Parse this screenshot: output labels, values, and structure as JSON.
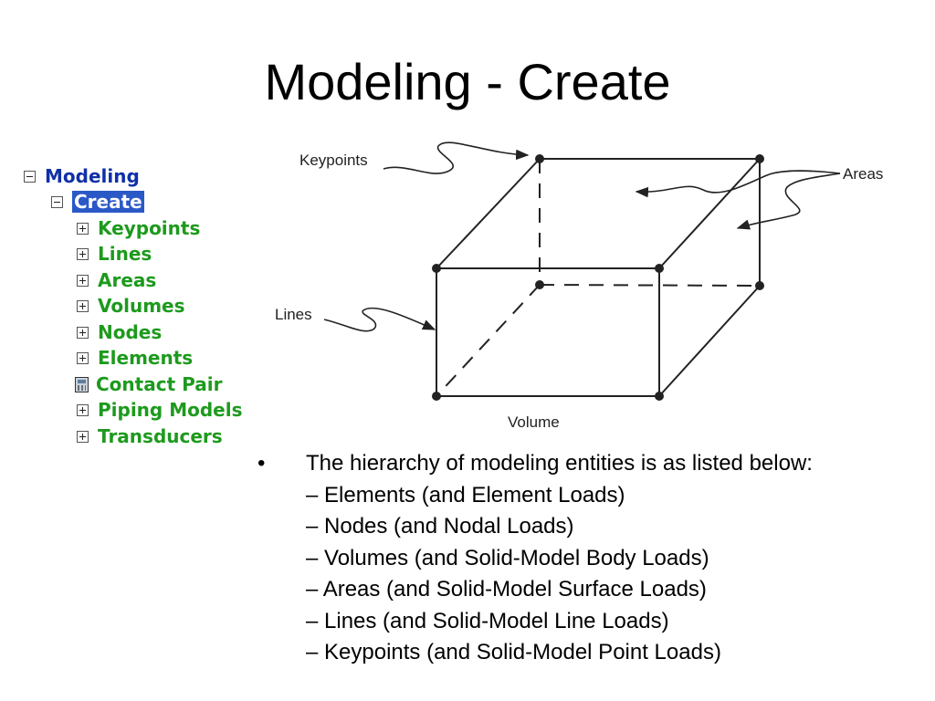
{
  "title": "Modeling - Create",
  "tree": {
    "root": "Modeling",
    "selected": "Create",
    "items": [
      "Keypoints",
      "Lines",
      "Areas",
      "Volumes",
      "Nodes",
      "Elements",
      "Contact Pair",
      "Piping Models",
      "Transducers"
    ],
    "colors": {
      "root": "#1030a8",
      "selected_bg": "#2a59c7",
      "item": "#1d9a1d"
    }
  },
  "diagram": {
    "labels": {
      "keypoints": "Keypoints",
      "areas": "Areas",
      "lines": "Lines",
      "volume": "Volume"
    }
  },
  "bullet": {
    "marker": "•",
    "intro": "The hierarchy of modeling entities is as listed below:",
    "sub_items": [
      "– Elements (and Element Loads)",
      "– Nodes (and Nodal Loads)",
      "– Volumes (and Solid-Model Body Loads)",
      "– Areas (and Solid-Model Surface Loads)",
      "– Lines (and Solid-Model Line Loads)",
      "– Keypoints (and Solid-Model Point Loads)"
    ]
  }
}
